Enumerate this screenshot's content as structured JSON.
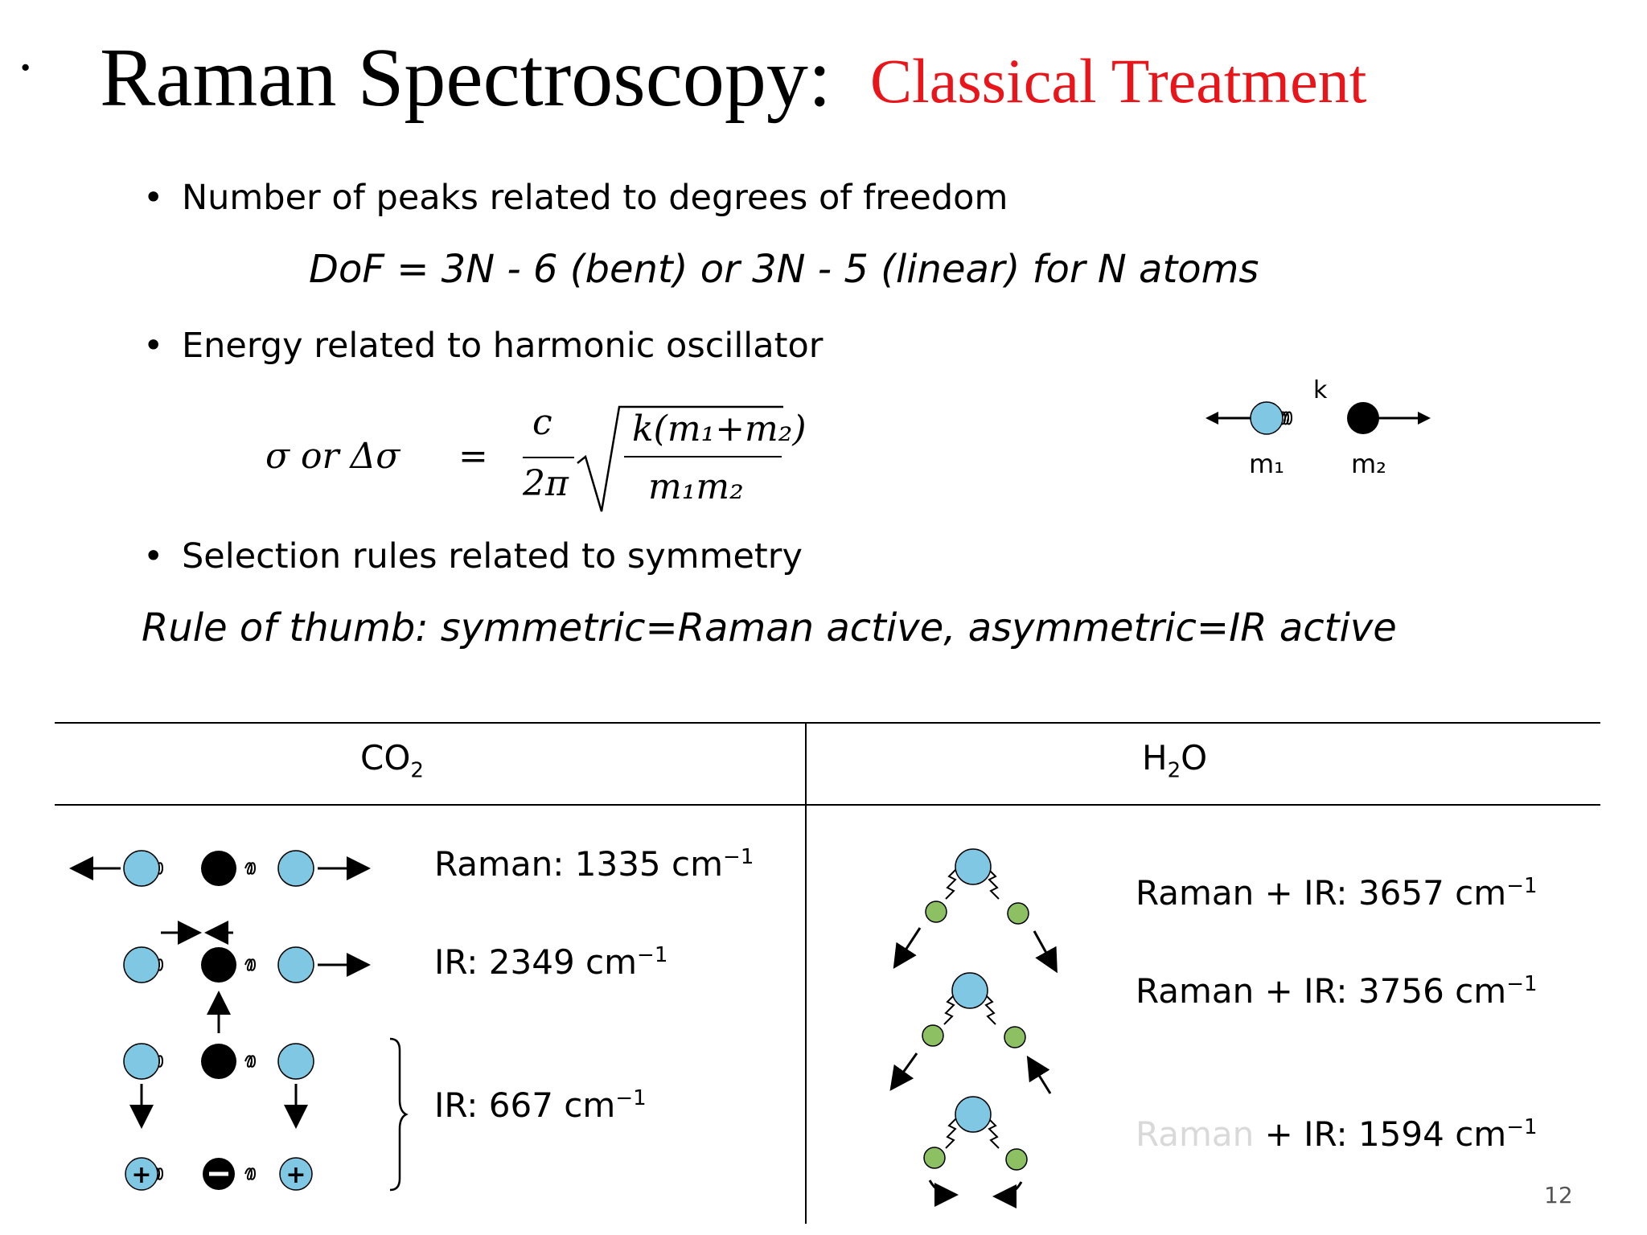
{
  "slide": {
    "title_dot": "·",
    "title": "Raman Spectroscopy:",
    "subtitle": "Classical Treatment",
    "bullets": [
      {
        "text": "Number of peaks related to degrees of freedom"
      },
      {
        "text": "Energy related to harmonic oscillator"
      },
      {
        "text": "Selection rules related to symmetry"
      }
    ],
    "dof_equation": "DoF = 3N - 6 (bent) or 3N - 5 (linear) for N atoms",
    "rule_of_thumb": "Rule of thumb: symmetric=Raman active, asymmetric=IR active",
    "formula": {
      "lhs": "σ  or  Δσ",
      "equals": "=",
      "frac_num": "c",
      "frac_den": "2π",
      "sqrt_num": "k(m₁+m₂)",
      "sqrt_den": "m₁m₂"
    },
    "diatomic": {
      "k": "k",
      "m1": "m₁",
      "m2": "m₂"
    },
    "page_number": "12"
  },
  "table": {
    "headers": [
      {
        "base": "CO",
        "sub": "2",
        "tail": ""
      },
      {
        "base": "H",
        "sub": "2",
        "tail": "O"
      }
    ],
    "co2_modes": [
      {
        "prefix": "",
        "label": "Raman: 1335 cm",
        "sup": "−1"
      },
      {
        "prefix": "",
        "label": "IR: 2349 cm",
        "sup": "−1"
      },
      {
        "prefix": "",
        "label": "IR: 667 cm",
        "sup": "−1"
      }
    ],
    "h2o_modes": [
      {
        "prefix": "",
        "label": "Raman + IR: 3657 cm",
        "sup": "−1"
      },
      {
        "prefix": "",
        "label": "Raman + IR: 3756 cm",
        "sup": "−1"
      },
      {
        "prefix": "Raman",
        "label": " + IR: 1594 cm",
        "sup": "−1"
      }
    ]
  },
  "colors": {
    "title_accent": "#e8161b",
    "oxygen_atom": "#7fc7e3",
    "carbon_atom": "#000000",
    "hydrogen_atom": "#8cc063",
    "faint_text": "#d9d9d9"
  }
}
